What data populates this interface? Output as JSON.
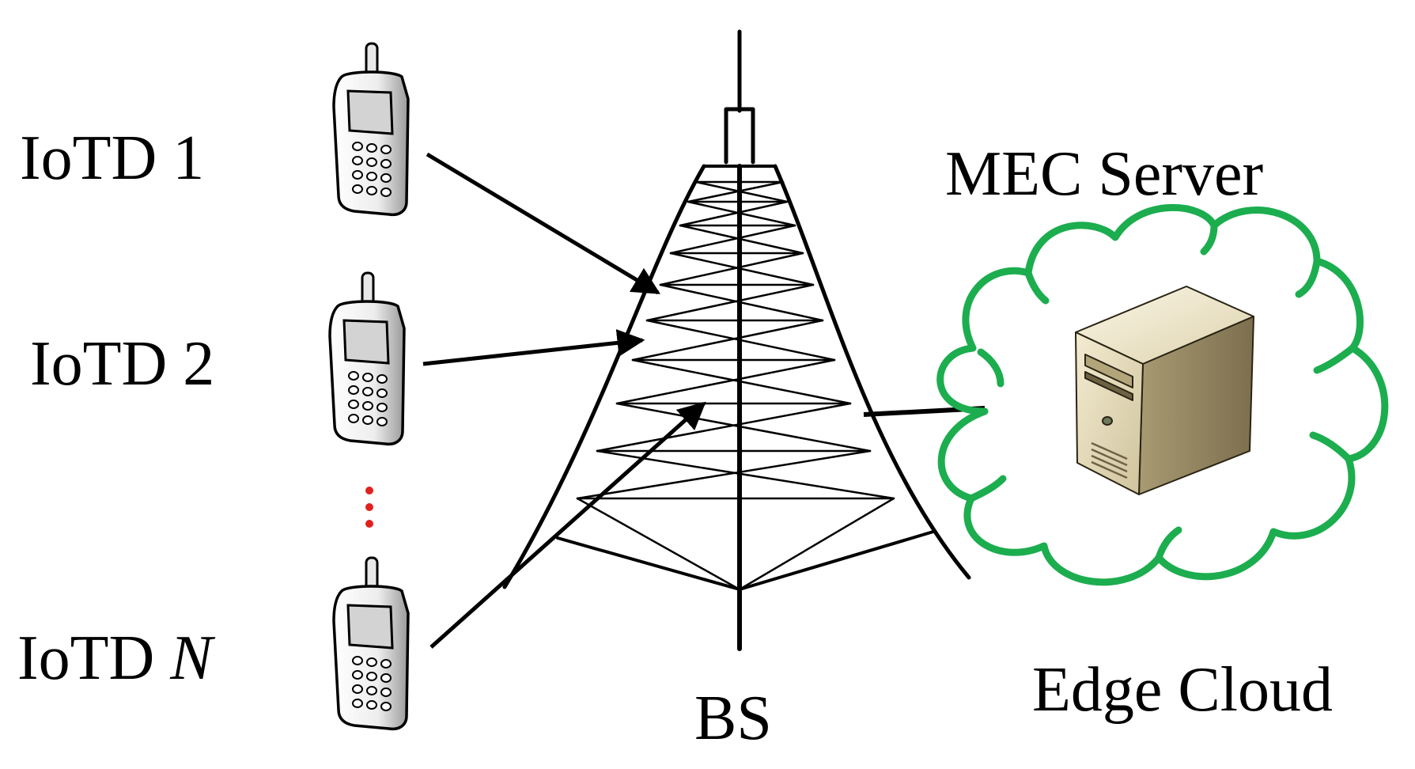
{
  "labels": {
    "device_prefix": "IoTD",
    "device_1_index": "1",
    "device_2_index": "2",
    "device_n_index": "N",
    "base_station": "BS",
    "server": "MEC Server",
    "cloud": "Edge Cloud"
  },
  "colors": {
    "line": "#000000",
    "cloud_outline": "#1cad4f",
    "ellipsis_dots": "#e0211d",
    "server_body": "#e4d9b8",
    "phone_body": "#f2f2f2",
    "phone_screen": "#d6d6d6"
  },
  "icons": {
    "device": "mobile-phone-icon",
    "base_station": "cell-tower-icon",
    "server": "server-tower-icon",
    "cloud": "cloud-outline-icon"
  }
}
